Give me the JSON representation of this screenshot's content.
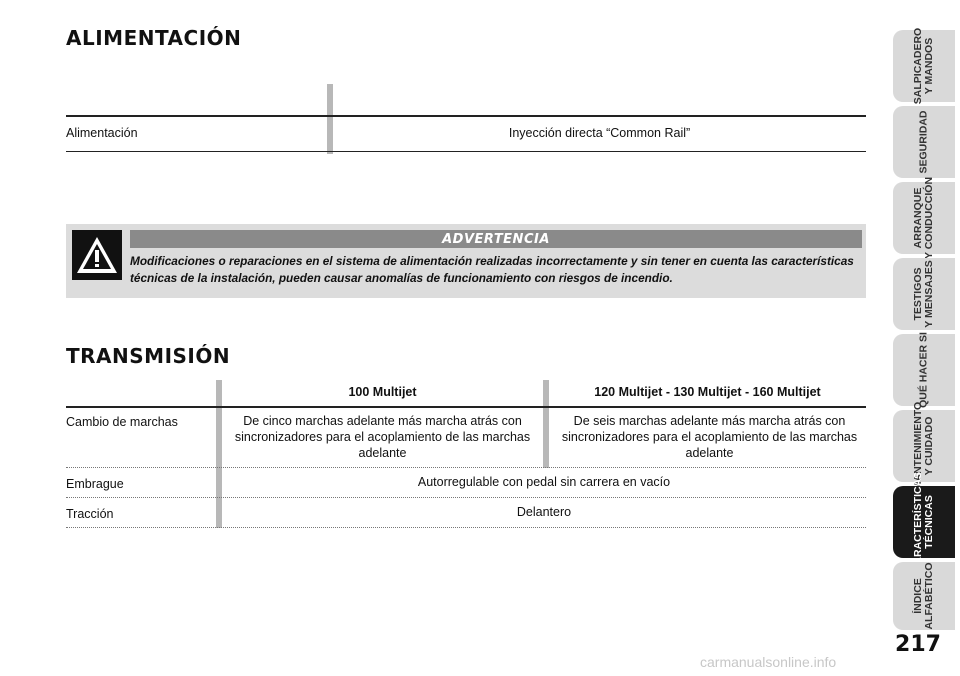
{
  "alimentacion": {
    "title": "ALIMENTACIÓN",
    "row_label": "Alimentación",
    "row_value": "Inyección directa “Common Rail”"
  },
  "warning": {
    "header": "ADVERTENCIA",
    "text": "Modificaciones o reparaciones en el sistema de alimentación realizadas incorrectamente y sin tener en cuenta las características técnicas de la instalación, pueden causar anomalías de funcionamiento con riesgos de incendio.",
    "icon": "warning-triangle-icon"
  },
  "transmision": {
    "title": "TRANSMISIÓN",
    "columns": [
      "100 Multijet",
      "120 Multijet - 130 Multijet  - 160 Multijet"
    ],
    "rows": [
      {
        "label": "Cambio de marchas",
        "values": [
          "De cinco marchas adelante más marcha atrás con sincronizadores para el acoplamiento de las marchas adelante",
          "De seis marchas adelante más marcha atrás con sincronizadores para el acoplamiento de las marchas adelante"
        ]
      },
      {
        "label": "Embrague",
        "value": "Autorregulable con pedal sin carrera en vacío"
      },
      {
        "label": "Tracción",
        "value": "Delantero"
      }
    ]
  },
  "tabs": [
    {
      "label": "SALPICADERO\nY MANDOS"
    },
    {
      "label": "SEGURIDAD"
    },
    {
      "label": "ARRANQUE\nY CONDUCCIÓN"
    },
    {
      "label": "TESTIGOS\nY MENSAJES"
    },
    {
      "label": "QUÉ HACER SI"
    },
    {
      "label": "MANTENIMIENTO\nY CUIDADO"
    },
    {
      "label": "CARACTERÍSTICAS\nTÉCNICAS"
    },
    {
      "label": "ÍNDICE\nALFABÉTICO"
    }
  ],
  "active_tab": 6,
  "page_number": "217",
  "watermark": "carmanualsonline.info"
}
